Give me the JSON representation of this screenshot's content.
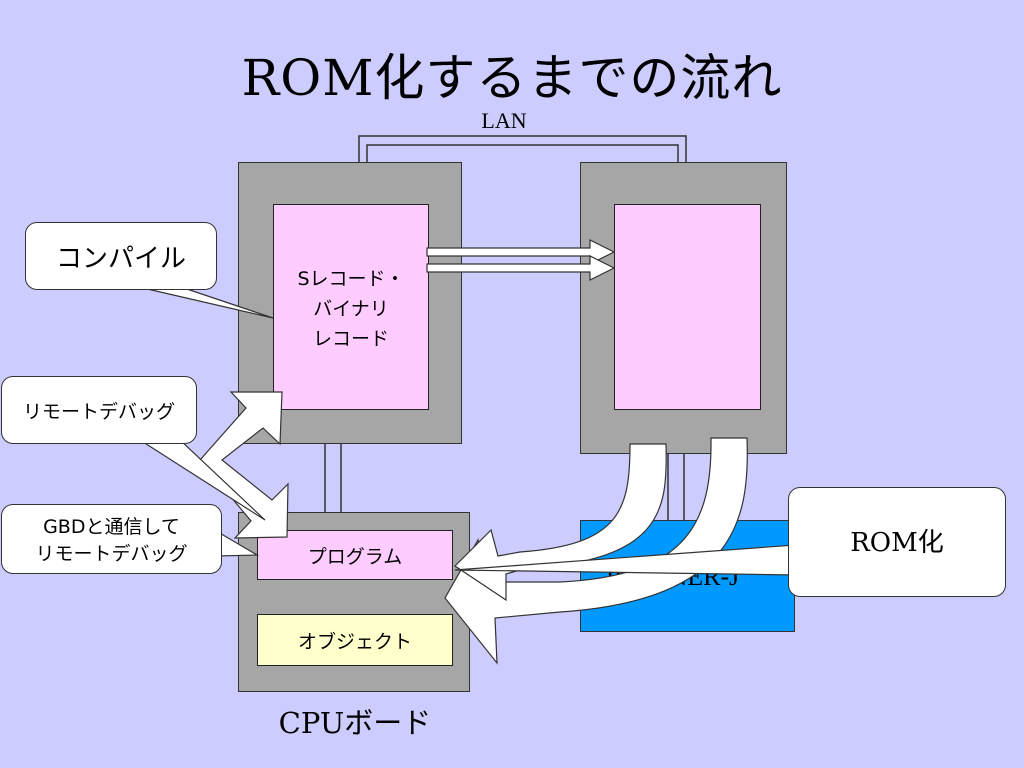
{
  "title": "ROM化するまでの流れ",
  "network": {
    "label": "LAN"
  },
  "host": {
    "file_lines": [
      "Sレコード・",
      "バイナリ",
      "レコード"
    ]
  },
  "board": {
    "program_label": "プログラム",
    "object_label": "オブジェクト",
    "label": "CPUボード"
  },
  "rom_writer": {
    "label": "PARTNER-J"
  },
  "callouts": {
    "compile": "コンパイル",
    "remote_debug": "リモートデバッグ",
    "gbd_line1": "GBDと通信して",
    "gbd_line2": "リモートデバッグ",
    "rom": "ROM化"
  },
  "colors": {
    "background": "#ccccff",
    "machine": "#a6a6a6",
    "file": "#ffccff",
    "object": "#ffffcc",
    "rom_writer": "#0099ff",
    "callout": "#ffffff"
  }
}
